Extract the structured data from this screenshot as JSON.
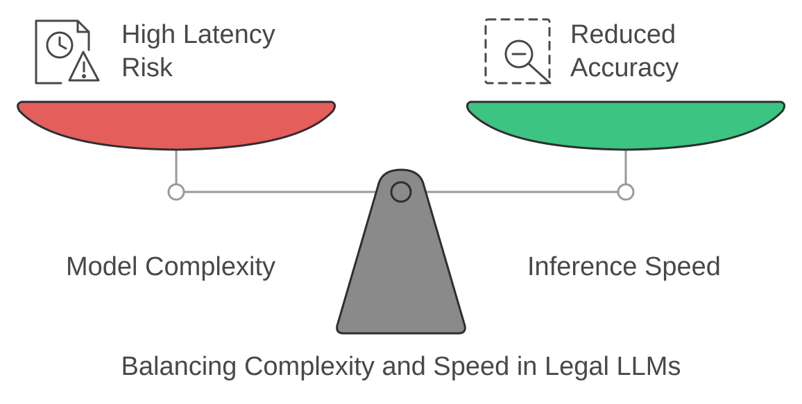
{
  "diagram": {
    "title": "Balancing Complexity and Speed in Legal LLMs",
    "left": {
      "side_label": "Model Complexity",
      "risk_label": "High Latency Risk",
      "icon": "clock-warning-document-icon",
      "pan_color": "#E45E5C"
    },
    "right": {
      "side_label": "Inference Speed",
      "risk_label": "Reduced Accuracy",
      "icon": "zoom-out-magnifier-icon",
      "pan_color": "#3CC482"
    },
    "colors": {
      "outline": "#2E2E2E",
      "beam": "#9A9A9A",
      "fulcrum": "#8A8A8A",
      "text": "#484848"
    }
  }
}
